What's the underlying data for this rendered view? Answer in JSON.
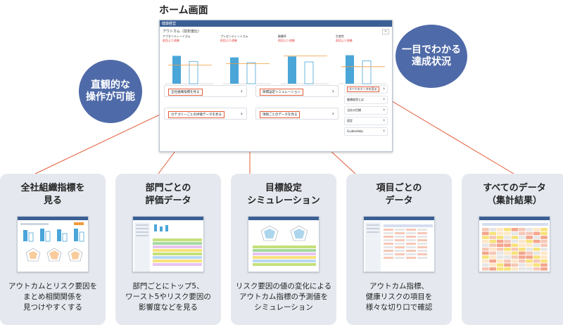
{
  "home_title": "ホーム画面",
  "mock": {
    "app_name": "健康経営",
    "header": "アウトカム（前年度比）",
    "close_label": "✕",
    "charts": [
      {
        "title": "アブセンティーイズム",
        "note": "前回より改善",
        "value": 0.9,
        "target": 0.6
      },
      {
        "title": "プレゼンティーイズム",
        "note": "前回より改善",
        "value": 0.85,
        "target": 0.65
      },
      {
        "title": "離職率",
        "note": "前回より改善",
        "value": 0.88,
        "target": 0.9
      },
      {
        "title": "生産性",
        "note": "前回より改善",
        "value": 0.92,
        "target": 0.55
      }
    ],
    "buttons": [
      {
        "label": "全社組織指標を見る",
        "chevron": "›"
      },
      {
        "label": "目標設定シミュレーション",
        "chevron": "›"
      },
      {
        "label": "カテゴリーごとの評価データを見る",
        "chevron": "›"
      },
      {
        "label": "項目ごとのデータを見る",
        "chevron": "›"
      }
    ],
    "side_items": [
      {
        "label": "すべてのデータを見る",
        "chevron": "›"
      },
      {
        "label": "健康経営とは",
        "chevron": "›"
      },
      {
        "label": "当社の目標",
        "chevron": "›"
      },
      {
        "label": "設定",
        "chevron": "›"
      },
      {
        "label": "GuidesHelp",
        "chevron": "›"
      }
    ]
  },
  "bubbles": {
    "left": "直観的な\n操作が可能",
    "right": "一目でわかる\n達成状況"
  },
  "cards": [
    {
      "title": "全社組織指標を\n見る",
      "desc": "アウトカムとリスク要因を\nまとめ相関関係を\n見つけやすくする"
    },
    {
      "title": "部門ごとの\n評価データ",
      "desc": "部門ごとにトップ5、\nワースト5やリスク要因の\n影響度などを見る"
    },
    {
      "title": "目標設定\nシミュレーション",
      "desc": "リスク要因の値の変化による\nアウトカム指標の予測値を\nシミュレーション"
    },
    {
      "title": "項目ごとの\nデータ",
      "desc": "アウトカム指標、\n健康リスクの項目を\n様々な切り口で確認"
    },
    {
      "title": "すべてのデータ\n（集計結果）",
      "desc": ""
    }
  ],
  "colors": {
    "accent_blue": "#4f6aa8",
    "highlight_red": "#e35d3a",
    "bar_blue": "#4aa5d8",
    "card_bg": "#e5e9ef"
  }
}
